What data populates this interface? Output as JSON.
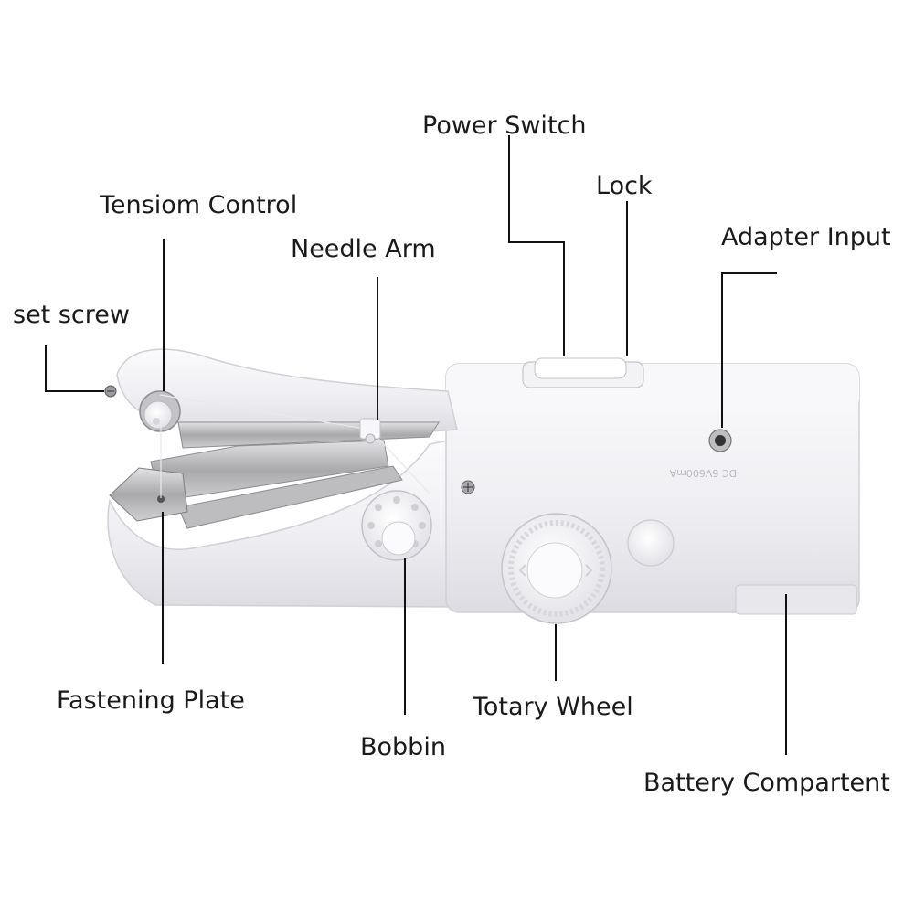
{
  "labels": {
    "power_switch": "Power Switch",
    "lock": "Lock",
    "adapter_input": "Adapter Input",
    "tension_control": "Tensiom Control",
    "needle_arm": "Needle Arm",
    "set_screw": "set screw",
    "fastening_plate": "Fastening Plate",
    "bobbin": "Bobbin",
    "totary_wheel": "Totary Wheel",
    "battery_compartment": "Battery Compartent"
  },
  "device": {
    "socket_marking": "DC 6V600mA"
  },
  "colors": {
    "body": "#f1f1f4",
    "body_shadow": "#d9d9de",
    "metal": "#b9b9bb",
    "leader_line": "#111111",
    "text": "#1a1a1a"
  }
}
